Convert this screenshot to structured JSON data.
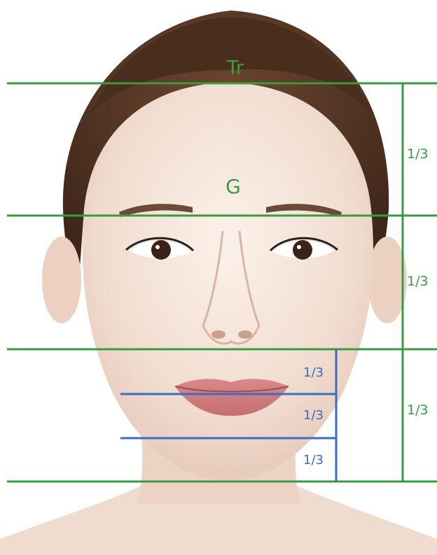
{
  "landmarks": {
    "trichion": "Tr",
    "glabella": "G"
  },
  "facial_thirds": [
    "1/3",
    "1/3",
    "1/3"
  ],
  "lower_face_thirds": [
    "1/3",
    "1/3",
    "1/3"
  ],
  "colors": {
    "guide_green": "#3a9a3f",
    "guide_blue": "#3b6cc0",
    "skin": "#f3e2d6",
    "hair": "#5a3a24",
    "lips": "#cf7f7f"
  }
}
